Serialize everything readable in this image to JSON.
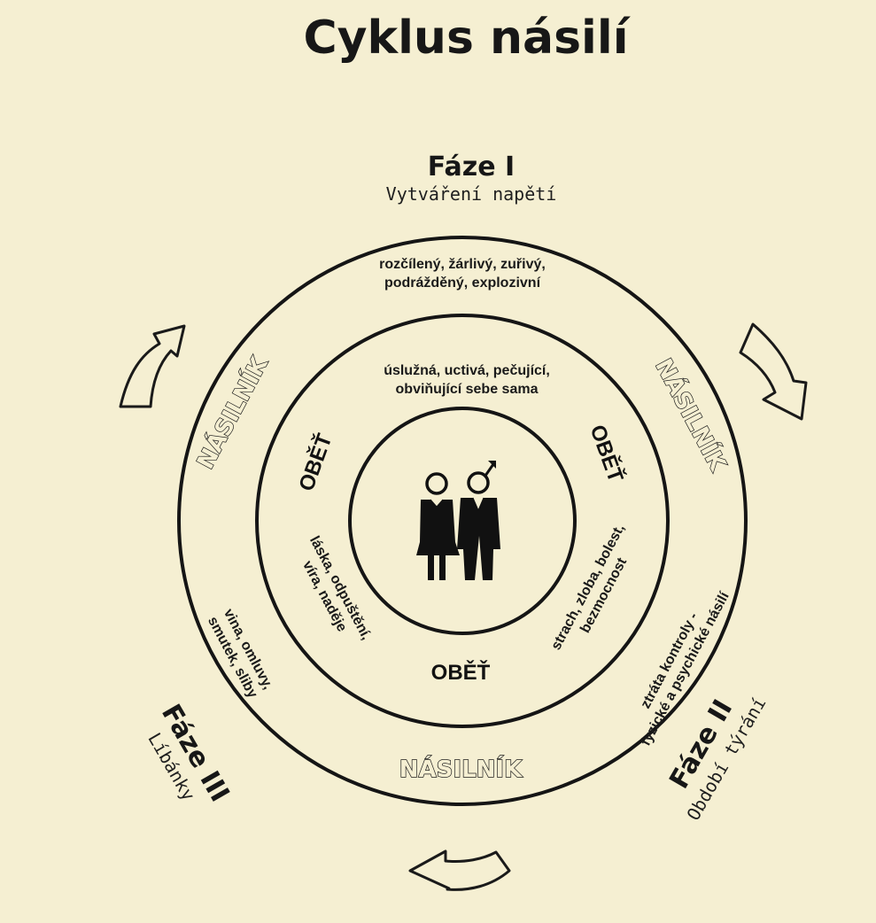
{
  "title": "Cyklus násilí",
  "phases": {
    "one": {
      "title": "Fáze I",
      "subtitle": "Vytváření napětí"
    },
    "two": {
      "title": "Fáze II",
      "subtitle": "Období týrání"
    },
    "three": {
      "title": "Fáze III",
      "subtitle": "Líbánky"
    }
  },
  "outer_ring": {
    "top_line1": "rozčílený, žárlivý, zuřivý,",
    "top_line2": "podrážděný, explozivní",
    "right_line1": "ztráta kontroly -",
    "right_line2": "fyzické a psychické násilí",
    "left_line1": "vina, omluvy,",
    "left_line2": "smutek, sliby"
  },
  "middle_ring": {
    "top_line1": "úslužná, uctivá, pečující,",
    "top_line2": "obviňující sebe sama",
    "right_line1": "strach, zloba, bolest,",
    "right_line2": "bezmocnost",
    "left_line1": "láska, odpuštění,",
    "left_line2": "víra, naděje"
  },
  "labels": {
    "victim": "OBĚŤ",
    "abuser": "NÁSILNÍK"
  }
}
